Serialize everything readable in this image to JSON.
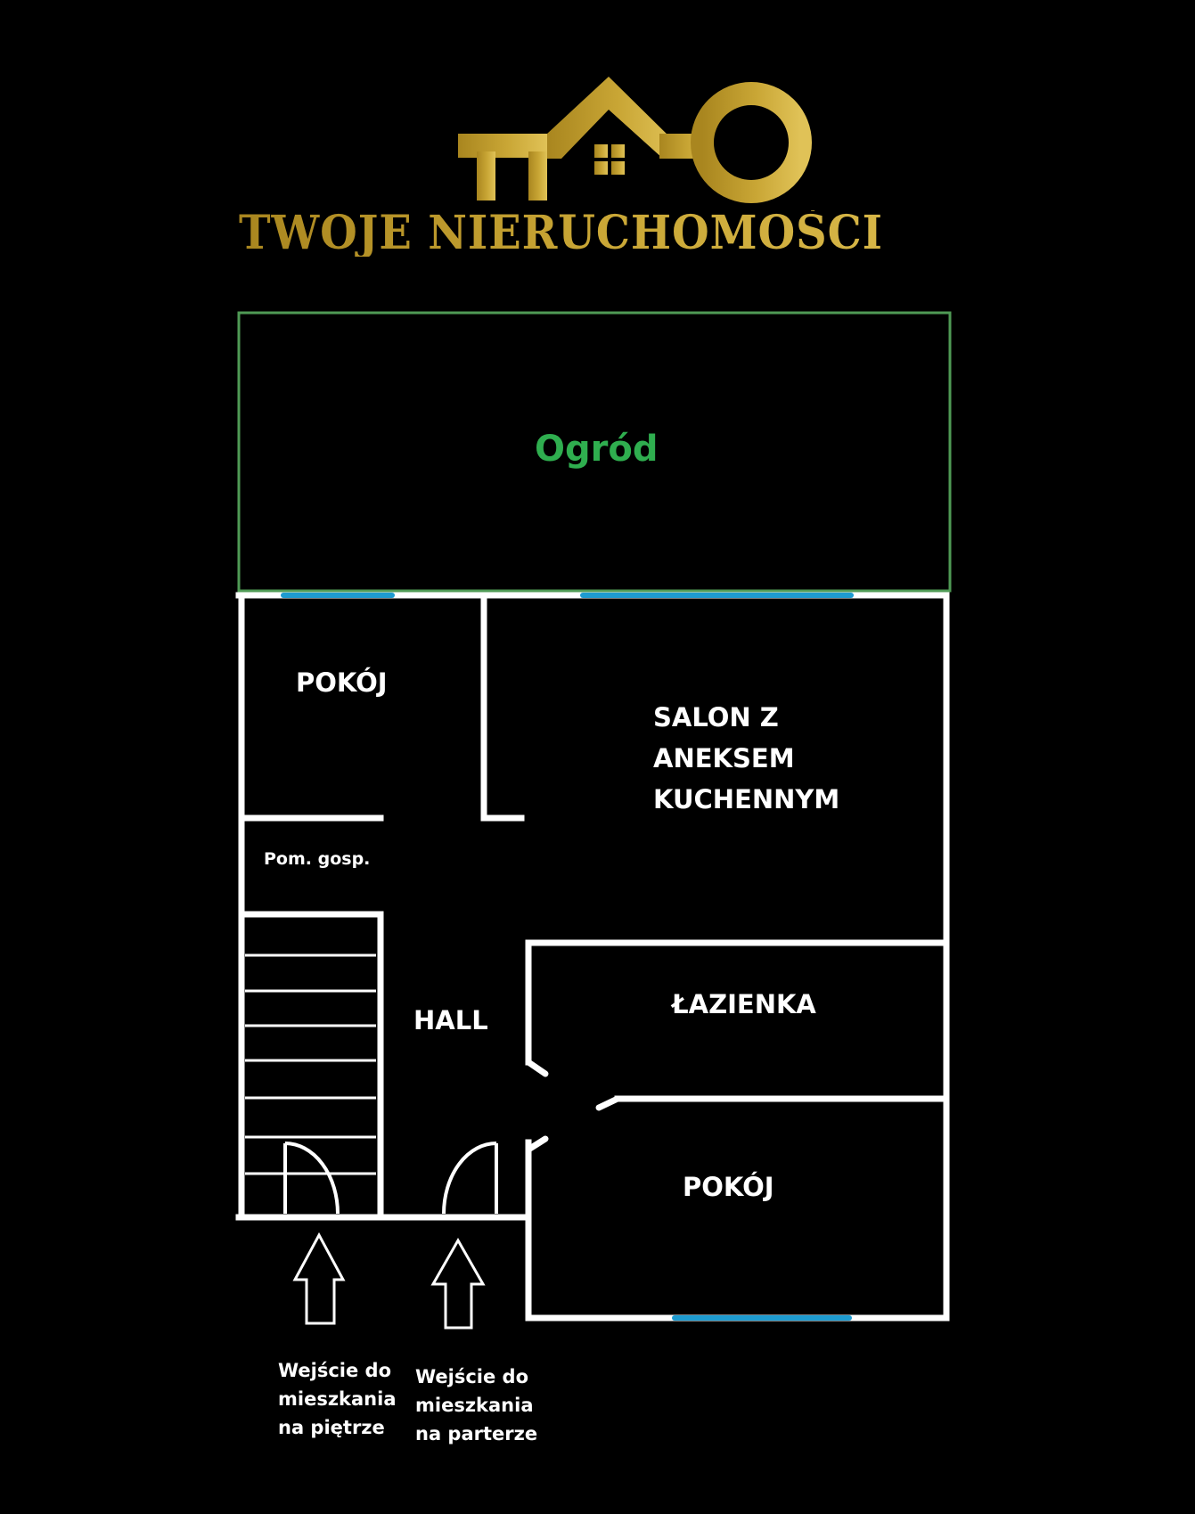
{
  "brand": {
    "name": "TWOJE NIERUCHOMOŚCI",
    "logo_icon": "house-key-logo-icon",
    "color_dark": "#a9861f",
    "color_light": "#d9b94a"
  },
  "plan": {
    "garden": {
      "label": "Ogród",
      "border_color": "#4f9a55",
      "text_color": "#2fae4f"
    },
    "window_color": "#1e9bd0",
    "wall_color": "#ffffff",
    "rooms": {
      "room_top_left": "POKÓJ",
      "living_room": "SALON Z\nANEKSEM\nKUCHENNYM",
      "utility_room": "Pom. gosp.",
      "hall": "HALL",
      "bathroom": "ŁAZIENKA",
      "room_bottom_right": "POKÓJ"
    },
    "entrances": [
      {
        "label": "Wejście do\nmieszkania\nna piętrze",
        "icon": "arrow-up-icon"
      },
      {
        "label": "Wejście do\nmieszkania\nna parterze",
        "icon": "arrow-up-icon"
      }
    ],
    "stairs_steps": 8
  }
}
